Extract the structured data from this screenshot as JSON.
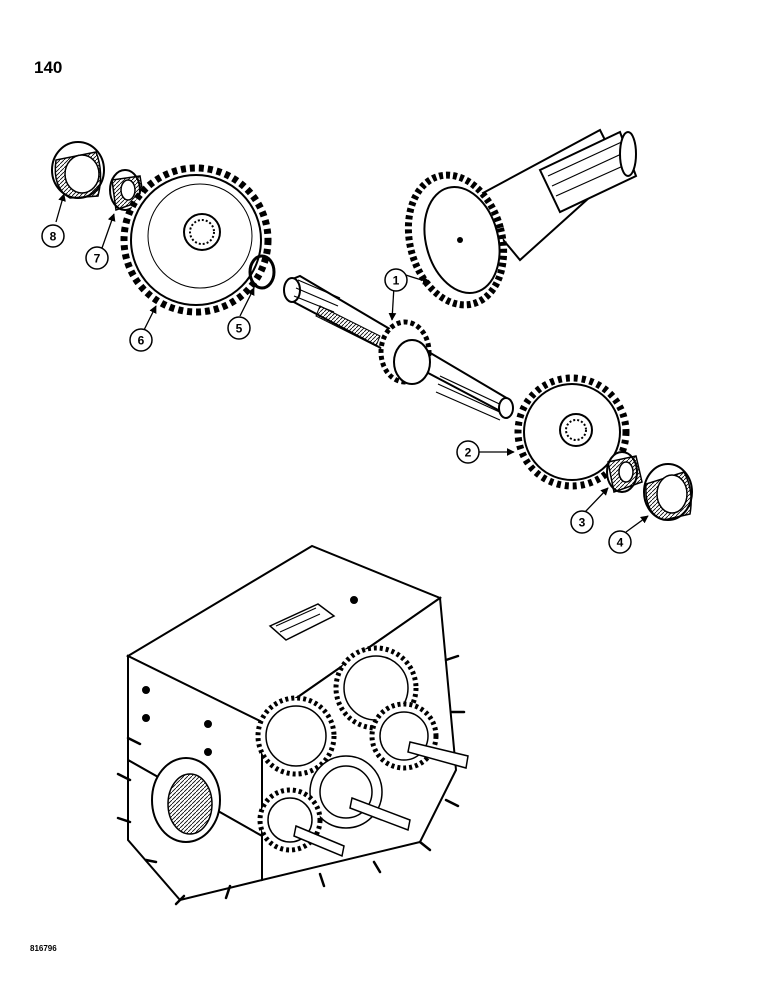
{
  "page": {
    "number": "140",
    "figure_code": "816796"
  },
  "callouts": [
    {
      "id": "1",
      "label": "1"
    },
    {
      "id": "2",
      "label": "2"
    },
    {
      "id": "3",
      "label": "3"
    },
    {
      "id": "4",
      "label": "4"
    },
    {
      "id": "5",
      "label": "5"
    },
    {
      "id": "6",
      "label": "6"
    },
    {
      "id": "7",
      "label": "7"
    },
    {
      "id": "8",
      "label": "8"
    }
  ]
}
